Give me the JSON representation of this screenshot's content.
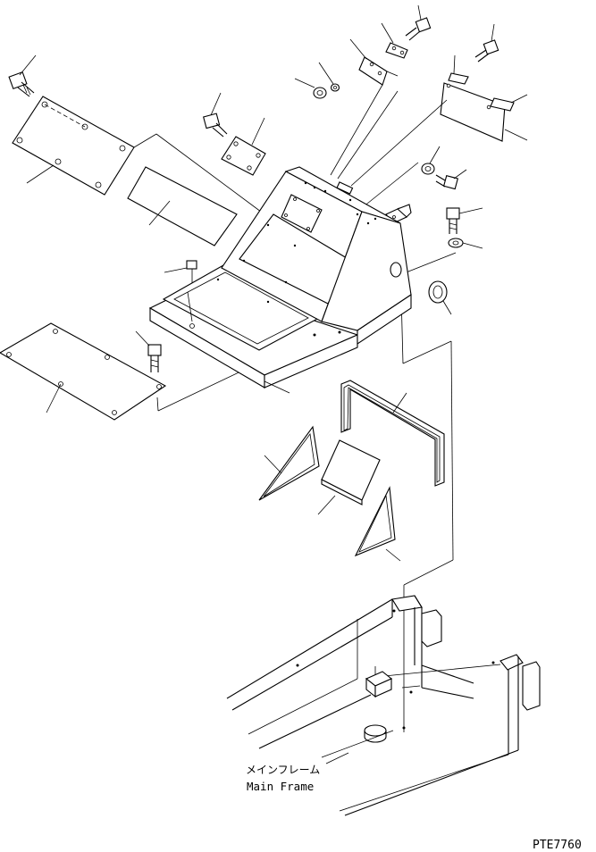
{
  "labels": {
    "main_frame_jp": "メインフレーム",
    "main_frame_en": "Main Frame",
    "drawing_code": "PTE7760"
  }
}
